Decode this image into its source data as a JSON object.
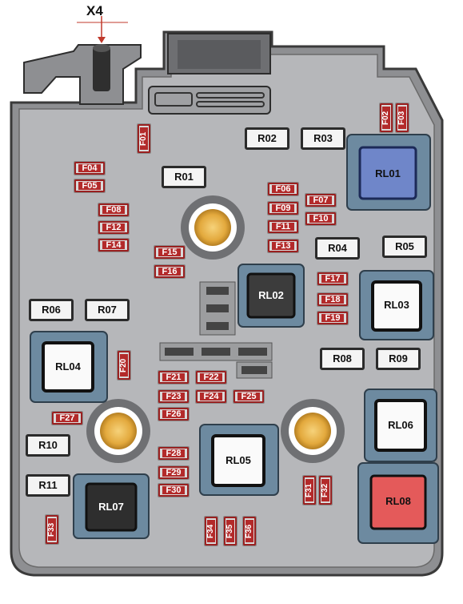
{
  "title": "X4",
  "small_relays": [
    "R01",
    "R02",
    "R03",
    "R04",
    "R05",
    "R06",
    "R07",
    "R08",
    "R09",
    "R10",
    "R11"
  ],
  "large_relays": [
    "RL01",
    "RL02",
    "RL03",
    "RL04",
    "RL05",
    "RL06",
    "RL07",
    "RL08"
  ],
  "fuses": [
    "F01",
    "F02",
    "F03",
    "F04",
    "F05",
    "F06",
    "F07",
    "F08",
    "F09",
    "F10",
    "F11",
    "F12",
    "F13",
    "F14",
    "F15",
    "F16",
    "F17",
    "F18",
    "F19",
    "F20",
    "F21",
    "F22",
    "F23",
    "F24",
    "F25",
    "F26",
    "F27",
    "F28",
    "F29",
    "F30",
    "F31",
    "F32",
    "F33",
    "F34",
    "F35",
    "F36"
  ],
  "colors": {
    "housing": "#8e8f92",
    "inner": "#b6b7ba",
    "rl01": "#6f86c9",
    "rl08": "#e45a5a",
    "fuse": "#b32a2a"
  }
}
